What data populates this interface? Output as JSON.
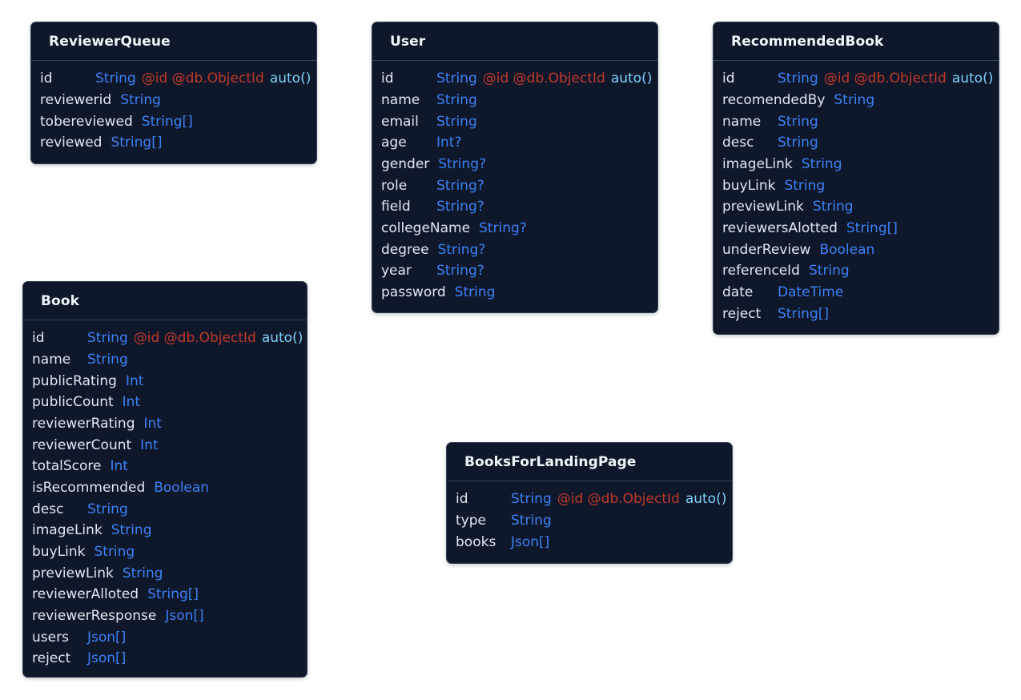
{
  "models": {
    "reviewerqueue": {
      "name": "ReviewerQueue",
      "fields": [
        {
          "name": "id",
          "type": "String",
          "attrs": "@id @db.ObjectId",
          "default": "auto()"
        },
        {
          "name": "reviewerid",
          "type": "String"
        },
        {
          "name": "tobereviewed",
          "type": "String[]"
        },
        {
          "name": "reviewed",
          "type": "String[]"
        }
      ]
    },
    "user": {
      "name": "User",
      "fields": [
        {
          "name": "id",
          "type": "String",
          "attrs": "@id @db.ObjectId",
          "default": "auto()"
        },
        {
          "name": "name",
          "type": "String"
        },
        {
          "name": "email",
          "type": "String"
        },
        {
          "name": "age",
          "type": "Int?"
        },
        {
          "name": "gender",
          "type": "String?"
        },
        {
          "name": "role",
          "type": "String?"
        },
        {
          "name": "field",
          "type": "String?"
        },
        {
          "name": "collegeName",
          "type": "String?"
        },
        {
          "name": "degree",
          "type": "String?"
        },
        {
          "name": "year",
          "type": "String?"
        },
        {
          "name": "password",
          "type": "String"
        }
      ]
    },
    "recommendedbook": {
      "name": "RecommendedBook",
      "fields": [
        {
          "name": "id",
          "type": "String",
          "attrs": "@id @db.ObjectId",
          "default": "auto()"
        },
        {
          "name": "recomendedBy",
          "type": "String"
        },
        {
          "name": "name",
          "type": "String"
        },
        {
          "name": "desc",
          "type": "String"
        },
        {
          "name": "imageLink",
          "type": "String"
        },
        {
          "name": "buyLink",
          "type": "String"
        },
        {
          "name": "previewLink",
          "type": "String"
        },
        {
          "name": "reviewersAlotted",
          "type": "String[]"
        },
        {
          "name": "underReview",
          "type": "Boolean"
        },
        {
          "name": "referenceId",
          "type": "String"
        },
        {
          "name": "date",
          "type": "DateTime"
        },
        {
          "name": "reject",
          "type": "String[]"
        }
      ]
    },
    "book": {
      "name": "Book",
      "fields": [
        {
          "name": "id",
          "type": "String",
          "attrs": "@id @db.ObjectId",
          "default": "auto()"
        },
        {
          "name": "name",
          "type": "String"
        },
        {
          "name": "publicRating",
          "type": "Int"
        },
        {
          "name": "publicCount",
          "type": "Int"
        },
        {
          "name": "reviewerRating",
          "type": "Int"
        },
        {
          "name": "reviewerCount",
          "type": "Int"
        },
        {
          "name": "totalScore",
          "type": "Int"
        },
        {
          "name": "isRecommended",
          "type": "Boolean"
        },
        {
          "name": "desc",
          "type": "String"
        },
        {
          "name": "imageLink",
          "type": "String"
        },
        {
          "name": "buyLink",
          "type": "String"
        },
        {
          "name": "previewLink",
          "type": "String"
        },
        {
          "name": "reviewerAlloted",
          "type": "String[]"
        },
        {
          "name": "reviewerResponse",
          "type": "Json[]"
        },
        {
          "name": "users",
          "type": "Json[]"
        },
        {
          "name": "reject",
          "type": "Json[]"
        }
      ]
    },
    "booksforlandingpage": {
      "name": "BooksForLandingPage",
      "fields": [
        {
          "name": "id",
          "type": "String",
          "attrs": "@id @db.ObjectId",
          "default": "auto()"
        },
        {
          "name": "type",
          "type": "String"
        },
        {
          "name": "books",
          "type": "Json[]"
        }
      ]
    }
  },
  "colors": {
    "card_background": "#0f172a",
    "card_border": "#334155",
    "field_name": "#e2e8f0",
    "type": "#3b82f6",
    "attribute": "#c0392b",
    "default_value": "#7dd3fc"
  }
}
